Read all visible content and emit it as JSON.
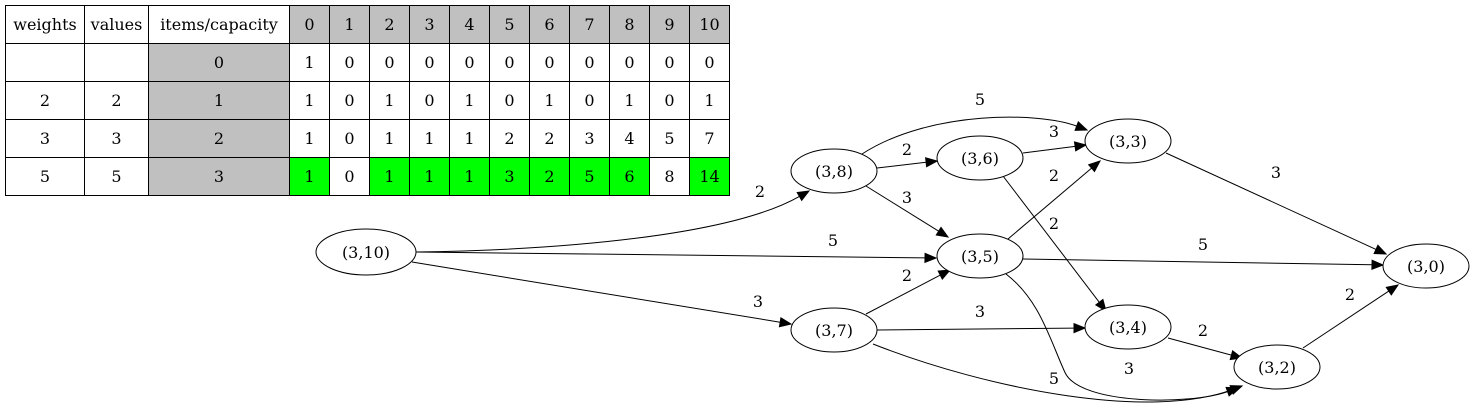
{
  "table": {
    "headers": [
      "weights",
      "values",
      "items/capacity",
      "0",
      "1",
      "2",
      "3",
      "4",
      "5",
      "6",
      "7",
      "8",
      "9",
      "10"
    ],
    "rows": [
      {
        "weight": "",
        "value": "",
        "item": "0",
        "cells": [
          "1",
          "0",
          "0",
          "0",
          "0",
          "0",
          "0",
          "0",
          "0",
          "0",
          "0"
        ],
        "highlight": [
          false,
          false,
          false,
          false,
          false,
          false,
          false,
          false,
          false,
          false,
          false
        ]
      },
      {
        "weight": "2",
        "value": "2",
        "item": "1",
        "cells": [
          "1",
          "0",
          "1",
          "0",
          "1",
          "0",
          "1",
          "0",
          "1",
          "0",
          "1"
        ],
        "highlight": [
          false,
          false,
          false,
          false,
          false,
          false,
          false,
          false,
          false,
          false,
          false
        ]
      },
      {
        "weight": "3",
        "value": "3",
        "item": "2",
        "cells": [
          "1",
          "0",
          "1",
          "1",
          "1",
          "2",
          "2",
          "3",
          "4",
          "5",
          "7"
        ],
        "highlight": [
          false,
          false,
          false,
          false,
          false,
          false,
          false,
          false,
          false,
          false,
          false
        ]
      },
      {
        "weight": "5",
        "value": "5",
        "item": "3",
        "cells": [
          "1",
          "0",
          "1",
          "1",
          "1",
          "3",
          "2",
          "5",
          "6",
          "8",
          "14"
        ],
        "highlight": [
          true,
          false,
          true,
          true,
          true,
          true,
          true,
          true,
          true,
          false,
          true
        ]
      }
    ],
    "colors": {
      "header_gray": "#c0c0c0",
      "highlight_green": "#00ff00"
    }
  },
  "graph": {
    "nodes": [
      {
        "id": "n310",
        "label": "(3,10)"
      },
      {
        "id": "n38",
        "label": "(3,8)"
      },
      {
        "id": "n36",
        "label": "(3,6)"
      },
      {
        "id": "n33",
        "label": "(3,3)"
      },
      {
        "id": "n35",
        "label": "(3,5)"
      },
      {
        "id": "n30",
        "label": "(3,0)"
      },
      {
        "id": "n37",
        "label": "(3,7)"
      },
      {
        "id": "n34",
        "label": "(3,4)"
      },
      {
        "id": "n32",
        "label": "(3,2)"
      }
    ],
    "edges": [
      {
        "from": "n310",
        "to": "n38",
        "label": "2"
      },
      {
        "from": "n310",
        "to": "n35",
        "label": "5"
      },
      {
        "from": "n310",
        "to": "n37",
        "label": "3"
      },
      {
        "from": "n38",
        "to": "n33",
        "label": "5"
      },
      {
        "from": "n38",
        "to": "n36",
        "label": "2"
      },
      {
        "from": "n38",
        "to": "n35",
        "label": "3"
      },
      {
        "from": "n36",
        "to": "n33",
        "label": "3"
      },
      {
        "from": "n36",
        "to": "n34",
        "label": "2"
      },
      {
        "from": "n35",
        "to": "n33",
        "label": "2"
      },
      {
        "from": "n35",
        "to": "n30",
        "label": "5"
      },
      {
        "from": "n35",
        "to": "n32",
        "label": "3"
      },
      {
        "from": "n33",
        "to": "n30",
        "label": "3"
      },
      {
        "from": "n37",
        "to": "n35",
        "label": "2"
      },
      {
        "from": "n37",
        "to": "n34",
        "label": "3"
      },
      {
        "from": "n37",
        "to": "n32",
        "label": "5"
      },
      {
        "from": "n34",
        "to": "n32",
        "label": "2"
      },
      {
        "from": "n32",
        "to": "n30",
        "label": "2"
      }
    ]
  }
}
